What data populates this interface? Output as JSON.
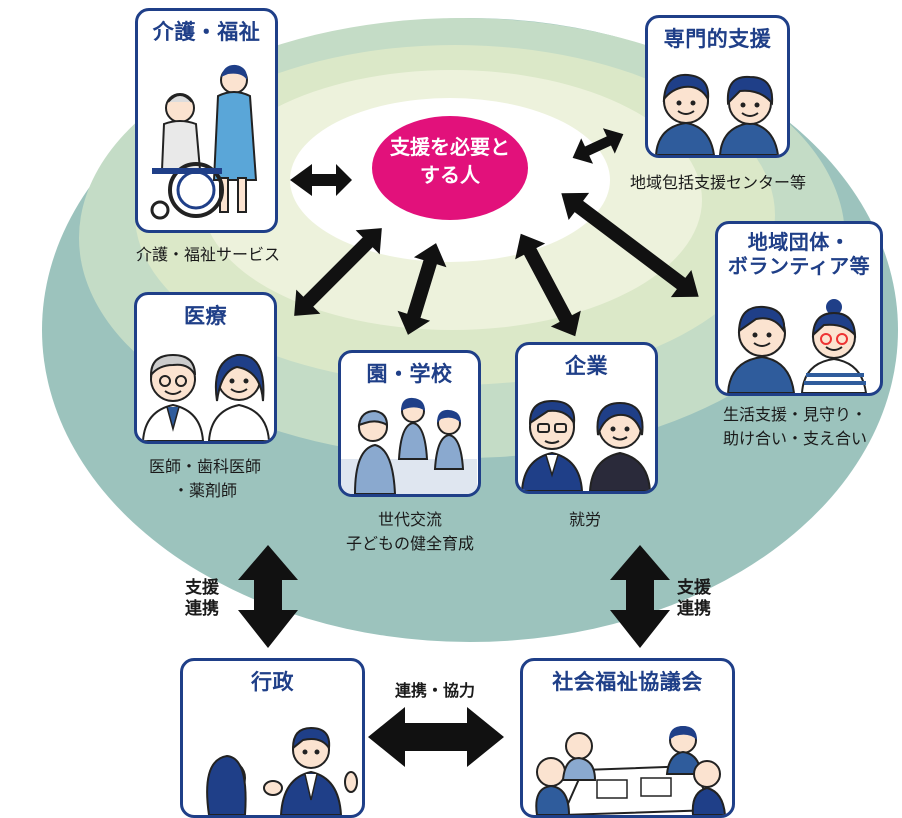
{
  "center": {
    "lines": [
      "支援を必要と",
      "する人"
    ]
  },
  "nodes": {
    "kaigo": {
      "title": "介護・福祉",
      "caption": [
        "介護・福祉サービス"
      ]
    },
    "senmon": {
      "title": "専門的支援",
      "caption": [
        "地域包括支援センター等"
      ]
    },
    "chiiki": {
      "title_lines": [
        "地域団体・",
        "ボランティア等"
      ],
      "caption": [
        "生活支援・見守り・",
        "助け合い・支え合い"
      ]
    },
    "iryo": {
      "title": "医療",
      "caption": [
        "医師・歯科医師",
        "・薬剤師"
      ]
    },
    "gakko": {
      "title": "園・学校",
      "caption": [
        "世代交流",
        "子どもの健全育成"
      ]
    },
    "kigyo": {
      "title": "企業",
      "caption": [
        "就労"
      ]
    },
    "gyosei": {
      "title": "行政"
    },
    "shakyo": {
      "title": "社会福祉協議会"
    }
  },
  "links": {
    "left_support": [
      "支援",
      "連携"
    ],
    "right_support": [
      "支援",
      "連携"
    ],
    "bottom": "連携・協力"
  },
  "colors": {
    "ring_outer": "#9cc3bd",
    "ring_2": "#c4dcc6",
    "ring_3": "#dbe8c8",
    "ring_4": "#edf2dc",
    "ring_center": "#ffffff",
    "center_bubble": "#e2117b",
    "frame": "#1f3f88",
    "arrow": "#111111"
  }
}
